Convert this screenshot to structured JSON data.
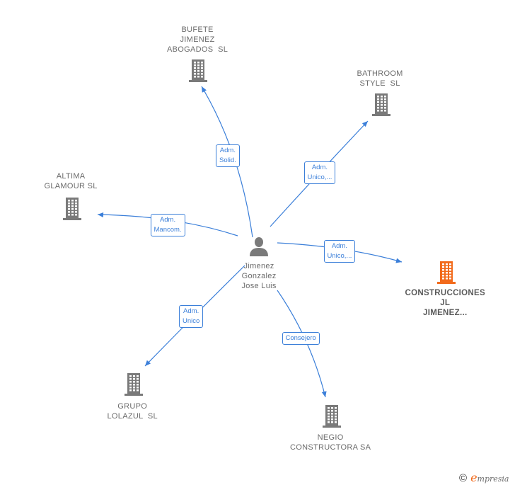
{
  "center": {
    "name_lines": [
      "Jimenez",
      "Gonzalez",
      "Jose Luis"
    ],
    "icon": "person-icon"
  },
  "companies": [
    {
      "id": "bufete",
      "lines": [
        "BUFETE",
        "JIMENEZ",
        "ABOGADOS  SL"
      ],
      "icon": "building-icon",
      "highlight": false
    },
    {
      "id": "bathroom",
      "lines": [
        "BATHROOM",
        "STYLE  SL"
      ],
      "icon": "building-icon",
      "highlight": false
    },
    {
      "id": "altima",
      "lines": [
        "ALTIMA",
        "GLAMOUR SL"
      ],
      "icon": "building-icon",
      "highlight": false
    },
    {
      "id": "construcciones",
      "lines": [
        "CONSTRUCCIONES",
        "JL",
        "JIMENEZ..."
      ],
      "icon": "building-icon",
      "highlight": true
    },
    {
      "id": "grupo",
      "lines": [
        "GRUPO",
        "LOLAZUL  SL"
      ],
      "icon": "building-icon",
      "highlight": false
    },
    {
      "id": "negio",
      "lines": [
        "NEGIO",
        "CONSTRUCTORA SA"
      ],
      "icon": "building-icon",
      "highlight": false
    }
  ],
  "relations": [
    {
      "to": "bufete",
      "lines": [
        "Adm.",
        "Solid."
      ]
    },
    {
      "to": "bathroom",
      "lines": [
        "Adm.",
        "Unico,..."
      ]
    },
    {
      "to": "altima",
      "lines": [
        "Adm.",
        "Mancom."
      ]
    },
    {
      "to": "construcciones",
      "lines": [
        "Adm.",
        "Unico,..."
      ]
    },
    {
      "to": "grupo",
      "lines": [
        "Adm.",
        "Unico"
      ]
    },
    {
      "to": "negio",
      "lines": [
        "Consejero"
      ]
    }
  ],
  "colors": {
    "edge": "#3b7fd9",
    "building": "#7a7a7a",
    "building_highlight": "#f26a1b",
    "person": "#7a7a7a"
  },
  "copyright": {
    "symbol": "©",
    "brand_first": "e",
    "brand_rest": "mpresia"
  }
}
